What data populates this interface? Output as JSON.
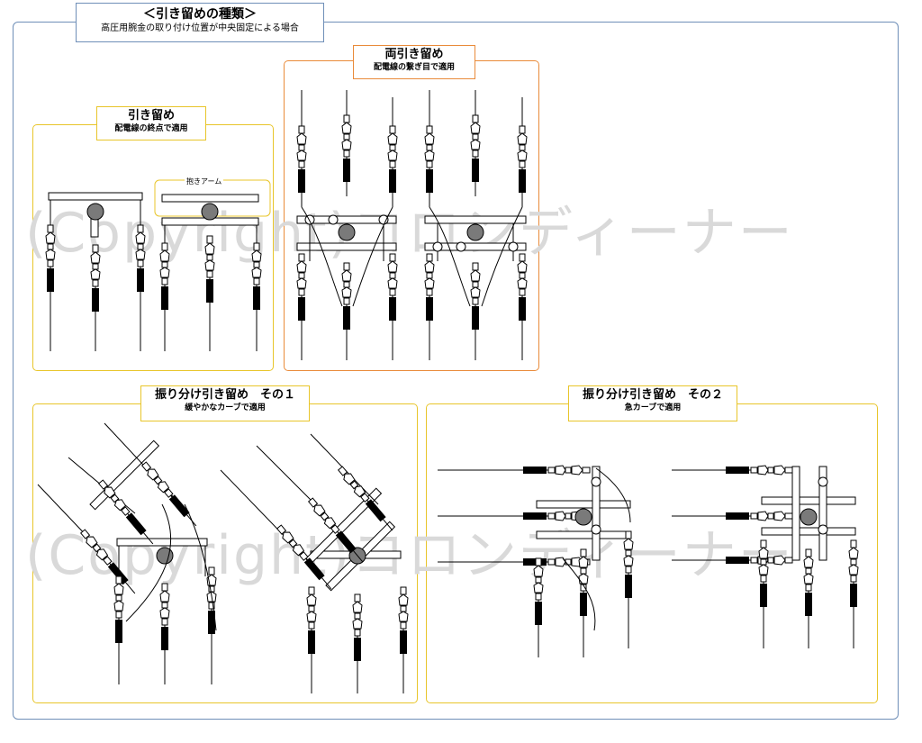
{
  "header": {
    "title": "＜引き留めの種類＞",
    "subtitle": "高圧用腕金の取り付け位置が中央固定による場合"
  },
  "panels": {
    "hikidome": {
      "title": "引き留め",
      "subtitle": "配電線の終点で適用",
      "tag": "抱きアーム"
    },
    "ryohikidome": {
      "title": "両引き留め",
      "subtitle": "配電線の繋ぎ目で適用"
    },
    "furiwake1": {
      "title": "振り分け引き留め　その１",
      "subtitle": "緩やかなカーブで適用"
    },
    "furiwake2": {
      "title": "振り分け引き留め　その２",
      "subtitle": "急カーブで適用"
    }
  },
  "watermark": {
    "line1": "(Copyright)コロンディーナー",
    "line2": "(Copyright)コロンディーナー"
  },
  "colors": {
    "frame": "#6f8fb8",
    "yellow": "#e8c52a",
    "orange": "#e98b3a",
    "pole": "#7a7a7a"
  }
}
